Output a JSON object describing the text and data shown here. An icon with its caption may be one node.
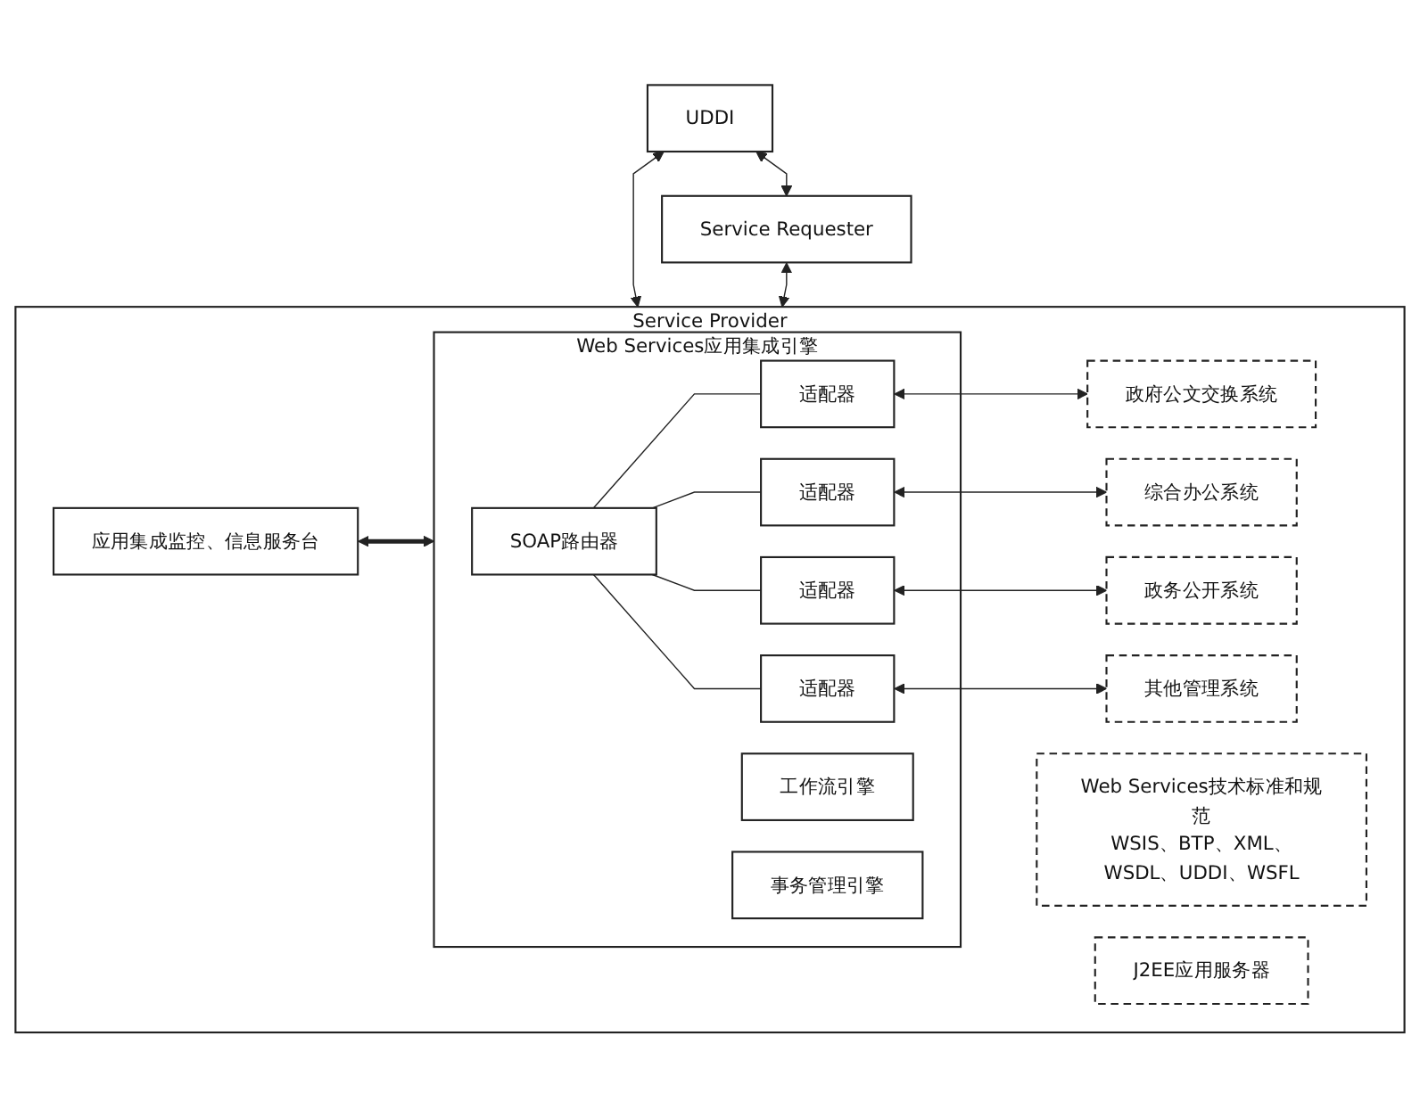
{
  "diagram": {
    "nodes": [
      {
        "text": [
          "UDDI"
        ]
      },
      {
        "text": [
          "Service Requester"
        ]
      },
      {
        "text": [
          "Service Provider"
        ]
      },
      {
        "text": [
          "Web Services应用集成引擎"
        ],
        "in": 2
      },
      {
        "text": [
          "应用集成监控、信息服务台"
        ],
        "in": 2
      },
      {
        "text": [
          "SOAP路由器"
        ],
        "in": 3
      },
      {
        "text": [
          "工作流引擎"
        ],
        "in": 3
      },
      {
        "text": [
          "事务管理引擎"
        ],
        "in": 3
      },
      {
        "text": [
          "适配器"
        ],
        "in": 3
      },
      {
        "text": [
          "适配器"
        ],
        "in": 3
      },
      {
        "text": [
          "适配器"
        ],
        "in": 3
      },
      {
        "text": [
          "适配器"
        ],
        "in": 3
      },
      {
        "text": [
          "政府公文交换系统"
        ],
        "in": 2
      },
      {
        "text": [
          "综合办公系统"
        ],
        "in": 2
      },
      {
        "text": [
          "政务公开系统"
        ],
        "in": 2
      },
      {
        "text": [
          "其他管理系统"
        ],
        "in": 2
      },
      {
        "text": [
          "Web Services技术标准和规范",
          "WSIS、BTP、XML、WSDL、UDDI、WSFL"
        ],
        "in": 2
      },
      {
        "text": [
          "J2EE应用服务器"
        ],
        "in": 2
      }
    ],
    "edges": [
      {
        "from": 0,
        "to": 1,
        "arrow": "both"
      },
      {
        "from": 0,
        "to": 2,
        "arrow": "both"
      },
      {
        "from": 1,
        "to": 2,
        "arrow": "both"
      },
      {
        "from": 4,
        "to": 3,
        "arrow": "both",
        "style": "thick"
      },
      {
        "from": 5,
        "to": 8,
        "arrow": "none"
      },
      {
        "from": 5,
        "to": 9,
        "arrow": "none"
      },
      {
        "from": 5,
        "to": 10,
        "arrow": "none"
      },
      {
        "from": 5,
        "to": 11,
        "arrow": "none"
      },
      {
        "from": 8,
        "to": 12,
        "arrow": "both"
      },
      {
        "from": 9,
        "to": 13,
        "arrow": "both"
      },
      {
        "from": 10,
        "to": 14,
        "arrow": "both"
      },
      {
        "from": 11,
        "to": 15,
        "arrow": "both"
      }
    ]
  }
}
